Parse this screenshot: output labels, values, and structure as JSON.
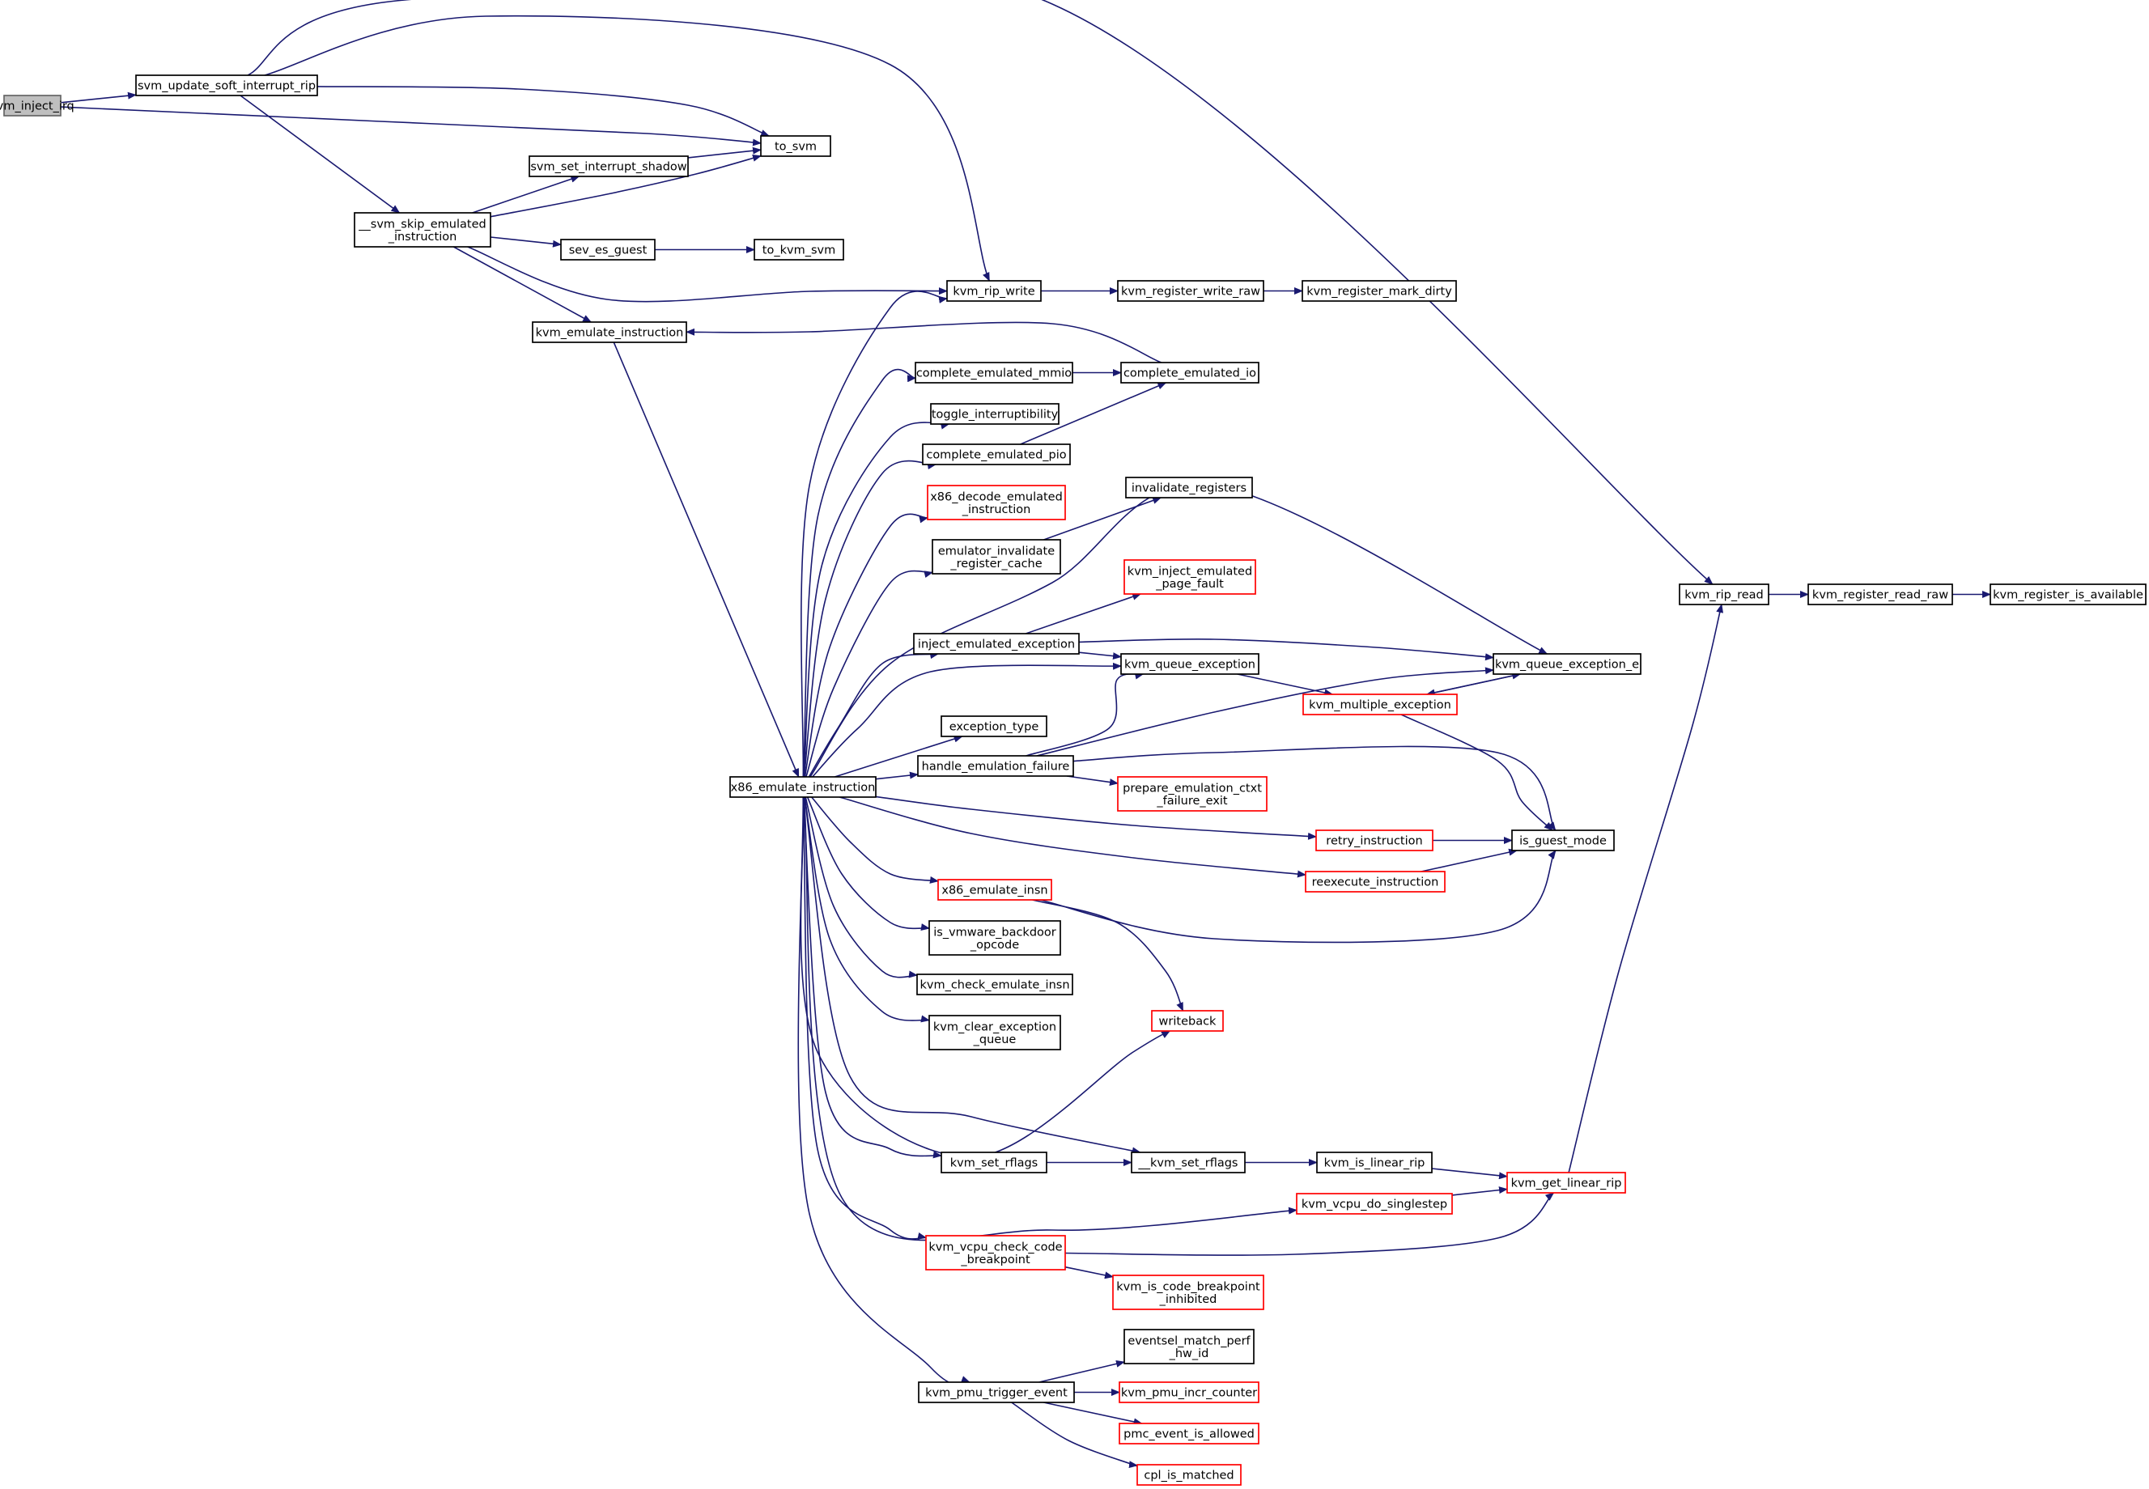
{
  "graph": {
    "title": "",
    "edge_color": "#191970",
    "highlight_color": "#ff0000",
    "root_fill": "#bfbfbf",
    "nodes": [
      {
        "id": "svm_inject_irq",
        "lines": [
          "svm_inject_irq"
        ],
        "style": "root"
      },
      {
        "id": "svm_update_soft_interrupt_rip",
        "lines": [
          "svm_update_soft_interrupt_rip"
        ],
        "style": "normal"
      },
      {
        "id": "to_svm",
        "lines": [
          "to_svm"
        ],
        "style": "normal"
      },
      {
        "id": "svm_set_interrupt_shadow",
        "lines": [
          "svm_set_interrupt_shadow"
        ],
        "style": "normal"
      },
      {
        "id": "__svm_skip_emulated_instruction",
        "lines": [
          "__svm_skip_emulated",
          "_instruction"
        ],
        "style": "normal"
      },
      {
        "id": "sev_es_guest",
        "lines": [
          "sev_es_guest"
        ],
        "style": "normal"
      },
      {
        "id": "to_kvm_svm",
        "lines": [
          "to_kvm_svm"
        ],
        "style": "normal"
      },
      {
        "id": "kvm_rip_write",
        "lines": [
          "kvm_rip_write"
        ],
        "style": "normal"
      },
      {
        "id": "kvm_register_write_raw",
        "lines": [
          "kvm_register_write_raw"
        ],
        "style": "normal"
      },
      {
        "id": "kvm_register_mark_dirty",
        "lines": [
          "kvm_register_mark_dirty"
        ],
        "style": "normal"
      },
      {
        "id": "kvm_emulate_instruction",
        "lines": [
          "kvm_emulate_instruction"
        ],
        "style": "normal"
      },
      {
        "id": "complete_emulated_mmio",
        "lines": [
          "complete_emulated_mmio"
        ],
        "style": "normal"
      },
      {
        "id": "complete_emulated_io",
        "lines": [
          "complete_emulated_io"
        ],
        "style": "normal"
      },
      {
        "id": "toggle_interruptibility",
        "lines": [
          "toggle_interruptibility"
        ],
        "style": "normal"
      },
      {
        "id": "complete_emulated_pio",
        "lines": [
          "complete_emulated_pio"
        ],
        "style": "normal"
      },
      {
        "id": "x86_decode_emulated_instruction",
        "lines": [
          "x86_decode_emulated",
          "_instruction"
        ],
        "style": "red"
      },
      {
        "id": "invalidate_registers",
        "lines": [
          "invalidate_registers"
        ],
        "style": "normal"
      },
      {
        "id": "emulator_invalidate_register_cache",
        "lines": [
          "emulator_invalidate",
          "_register_cache"
        ],
        "style": "normal"
      },
      {
        "id": "kvm_inject_emulated_page_fault",
        "lines": [
          "kvm_inject_emulated",
          "_page_fault"
        ],
        "style": "red"
      },
      {
        "id": "inject_emulated_exception",
        "lines": [
          "inject_emulated_exception"
        ],
        "style": "normal"
      },
      {
        "id": "kvm_queue_exception",
        "lines": [
          "kvm_queue_exception"
        ],
        "style": "normal"
      },
      {
        "id": "kvm_queue_exception_e",
        "lines": [
          "kvm_queue_exception_e"
        ],
        "style": "normal"
      },
      {
        "id": "kvm_multiple_exception",
        "lines": [
          "kvm_multiple_exception"
        ],
        "style": "red"
      },
      {
        "id": "exception_type",
        "lines": [
          "exception_type"
        ],
        "style": "normal"
      },
      {
        "id": "handle_emulation_failure",
        "lines": [
          "handle_emulation_failure"
        ],
        "style": "normal"
      },
      {
        "id": "x86_emulate_instruction",
        "lines": [
          "x86_emulate_instruction"
        ],
        "style": "normal"
      },
      {
        "id": "prepare_emulation_ctxt_failure_exit",
        "lines": [
          "prepare_emulation_ctxt",
          "_failure_exit"
        ],
        "style": "red"
      },
      {
        "id": "retry_instruction",
        "lines": [
          "retry_instruction"
        ],
        "style": "red"
      },
      {
        "id": "is_guest_mode",
        "lines": [
          "is_guest_mode"
        ],
        "style": "normal"
      },
      {
        "id": "reexecute_instruction",
        "lines": [
          "reexecute_instruction"
        ],
        "style": "red"
      },
      {
        "id": "x86_emulate_insn",
        "lines": [
          "x86_emulate_insn"
        ],
        "style": "red"
      },
      {
        "id": "is_vmware_backdoor_opcode",
        "lines": [
          "is_vmware_backdoor",
          "_opcode"
        ],
        "style": "normal"
      },
      {
        "id": "kvm_check_emulate_insn",
        "lines": [
          "kvm_check_emulate_insn"
        ],
        "style": "normal"
      },
      {
        "id": "kvm_clear_exception_queue",
        "lines": [
          "kvm_clear_exception",
          "_queue"
        ],
        "style": "normal"
      },
      {
        "id": "writeback",
        "lines": [
          "writeback"
        ],
        "style": "red"
      },
      {
        "id": "kvm_set_rflags",
        "lines": [
          "kvm_set_rflags"
        ],
        "style": "normal"
      },
      {
        "id": "__kvm_set_rflags",
        "lines": [
          "__kvm_set_rflags"
        ],
        "style": "normal"
      },
      {
        "id": "kvm_is_linear_rip",
        "lines": [
          "kvm_is_linear_rip"
        ],
        "style": "normal"
      },
      {
        "id": "kvm_get_linear_rip",
        "lines": [
          "kvm_get_linear_rip"
        ],
        "style": "red"
      },
      {
        "id": "kvm_vcpu_do_singlestep",
        "lines": [
          "kvm_vcpu_do_singlestep"
        ],
        "style": "red"
      },
      {
        "id": "kvm_vcpu_check_code_breakpoint",
        "lines": [
          "kvm_vcpu_check_code",
          "_breakpoint"
        ],
        "style": "red"
      },
      {
        "id": "kvm_is_code_breakpoint_inhibited",
        "lines": [
          "kvm_is_code_breakpoint",
          "_inhibited"
        ],
        "style": "red"
      },
      {
        "id": "eventsel_match_perf_hw_id",
        "lines": [
          "eventsel_match_perf",
          "_hw_id"
        ],
        "style": "normal"
      },
      {
        "id": "kvm_pmu_trigger_event",
        "lines": [
          "kvm_pmu_trigger_event"
        ],
        "style": "normal"
      },
      {
        "id": "kvm_pmu_incr_counter",
        "lines": [
          "kvm_pmu_incr_counter"
        ],
        "style": "red"
      },
      {
        "id": "pmc_event_is_allowed",
        "lines": [
          "pmc_event_is_allowed"
        ],
        "style": "red"
      },
      {
        "id": "cpl_is_matched",
        "lines": [
          "cpl_is_matched"
        ],
        "style": "red"
      },
      {
        "id": "kvm_rip_read",
        "lines": [
          "kvm_rip_read"
        ],
        "style": "normal"
      },
      {
        "id": "kvm_register_read_raw",
        "lines": [
          "kvm_register_read_raw"
        ],
        "style": "normal"
      },
      {
        "id": "kvm_register_is_available",
        "lines": [
          "kvm_register_is_available"
        ],
        "style": "normal"
      }
    ]
  }
}
